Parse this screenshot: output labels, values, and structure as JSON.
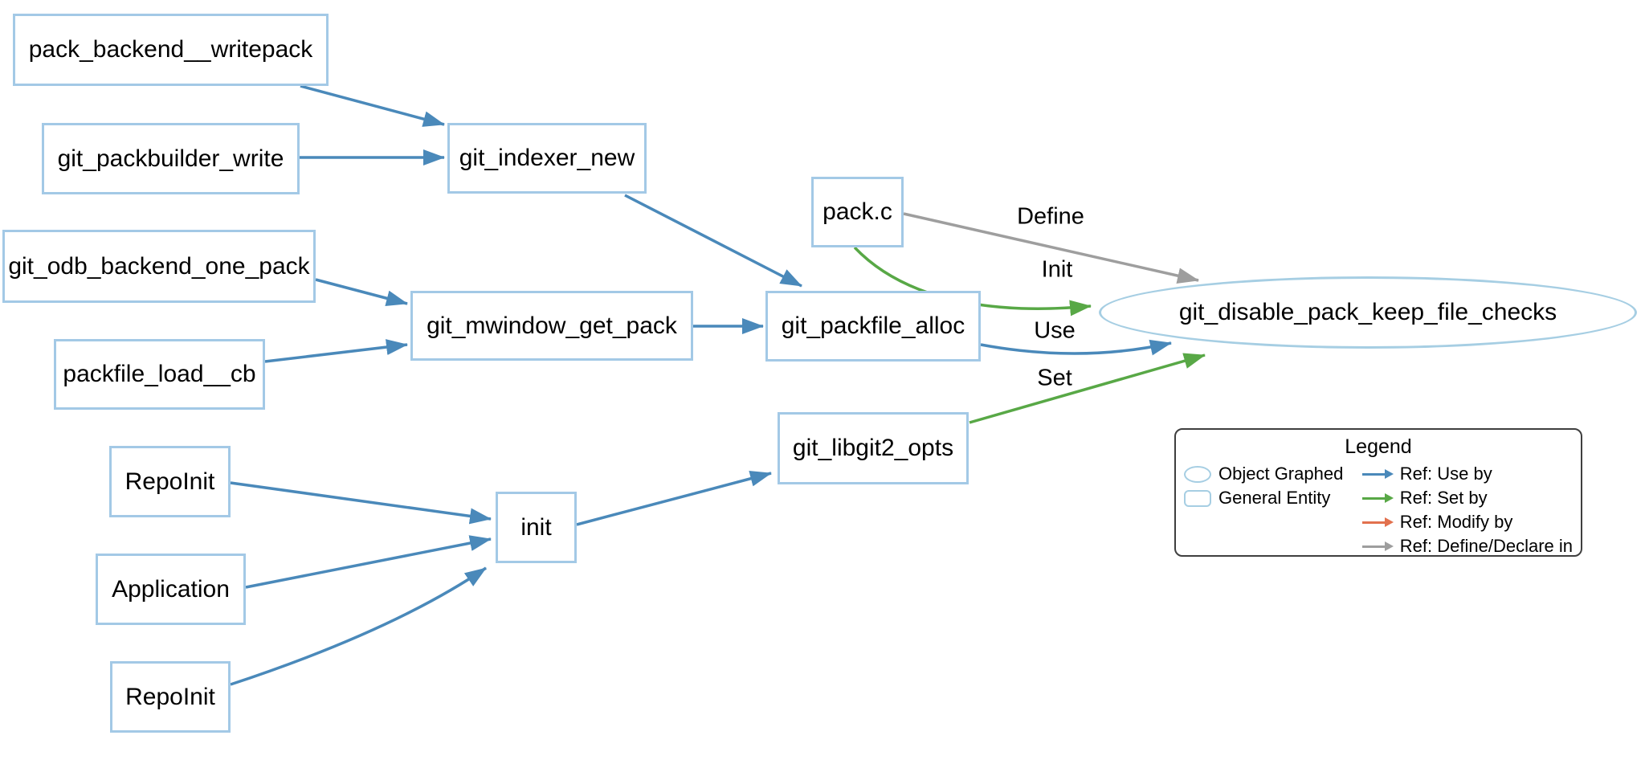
{
  "diagram": {
    "nodes": [
      {
        "id": "pack_backend__writepack",
        "label": "pack_backend__writepack",
        "shape": "box"
      },
      {
        "id": "git_packbuilder_write",
        "label": "git_packbuilder_write",
        "shape": "box"
      },
      {
        "id": "git_indexer_new",
        "label": "git_indexer_new",
        "shape": "box"
      },
      {
        "id": "git_odb_backend_one_pack",
        "label": "git_odb_backend_one_pack",
        "shape": "box"
      },
      {
        "id": "packfile_load__cb",
        "label": "packfile_load__cb",
        "shape": "box"
      },
      {
        "id": "git_mwindow_get_pack",
        "label": "git_mwindow_get_pack",
        "shape": "box"
      },
      {
        "id": "git_packfile_alloc",
        "label": "git_packfile_alloc",
        "shape": "box"
      },
      {
        "id": "pack.c",
        "label": "pack.c",
        "shape": "box"
      },
      {
        "id": "git_libgit2_opts",
        "label": "git_libgit2_opts",
        "shape": "box"
      },
      {
        "id": "init",
        "label": "init",
        "shape": "box"
      },
      {
        "id": "RepoInit#1",
        "label": "RepoInit",
        "shape": "box"
      },
      {
        "id": "Application",
        "label": "Application",
        "shape": "box"
      },
      {
        "id": "RepoInit#2",
        "label": "RepoInit",
        "shape": "box"
      },
      {
        "id": "git_disable_pack_keep_file_checks",
        "label": "git_disable_pack_keep_file_checks",
        "shape": "ellipse"
      }
    ],
    "edges": [
      {
        "from": "pack_backend__writepack",
        "to": "git_indexer_new",
        "type": "use",
        "label": ""
      },
      {
        "from": "git_packbuilder_write",
        "to": "git_indexer_new",
        "type": "use",
        "label": ""
      },
      {
        "from": "git_indexer_new",
        "to": "git_packfile_alloc",
        "type": "use",
        "label": ""
      },
      {
        "from": "git_odb_backend_one_pack",
        "to": "git_mwindow_get_pack",
        "type": "use",
        "label": ""
      },
      {
        "from": "packfile_load__cb",
        "to": "git_mwindow_get_pack",
        "type": "use",
        "label": ""
      },
      {
        "from": "git_mwindow_get_pack",
        "to": "git_packfile_alloc",
        "type": "use",
        "label": ""
      },
      {
        "from": "git_packfile_alloc",
        "to": "git_disable_pack_keep_file_checks",
        "type": "use",
        "label": "Use"
      },
      {
        "from": "pack.c",
        "to": "git_disable_pack_keep_file_checks",
        "type": "define",
        "label": "Define"
      },
      {
        "from": "pack.c",
        "to": "git_disable_pack_keep_file_checks",
        "type": "set",
        "label": "Init"
      },
      {
        "from": "git_libgit2_opts",
        "to": "git_disable_pack_keep_file_checks",
        "type": "set",
        "label": "Set"
      },
      {
        "from": "RepoInit#1",
        "to": "init",
        "type": "use",
        "label": ""
      },
      {
        "from": "Application",
        "to": "init",
        "type": "use",
        "label": ""
      },
      {
        "from": "RepoInit#2",
        "to": "init",
        "type": "use",
        "label": ""
      },
      {
        "from": "init",
        "to": "git_libgit2_opts",
        "type": "use",
        "label": ""
      }
    ]
  },
  "legend": {
    "title": "Legend",
    "shape_items": [
      {
        "label": "Object Graphed",
        "shape": "ellipse"
      },
      {
        "label": "General Entity",
        "shape": "box"
      }
    ],
    "ref_items": [
      {
        "label": "Ref: Use by",
        "color": "#4a89ba"
      },
      {
        "label": "Ref: Set by",
        "color": "#58a846"
      },
      {
        "label": "Ref: Modify by",
        "color": "#e2714e"
      },
      {
        "label": "Ref: Define/Declare in",
        "color": "#9e9e9e"
      }
    ]
  },
  "colors": {
    "node_border": "#a3c9e6",
    "ellipse_border": "#a6cee3",
    "use_edge": "#4a89ba",
    "set_edge": "#58a846",
    "modify_edge": "#e2714e",
    "define_edge": "#9e9e9e",
    "text": "#000000",
    "background": "#ffffff"
  }
}
